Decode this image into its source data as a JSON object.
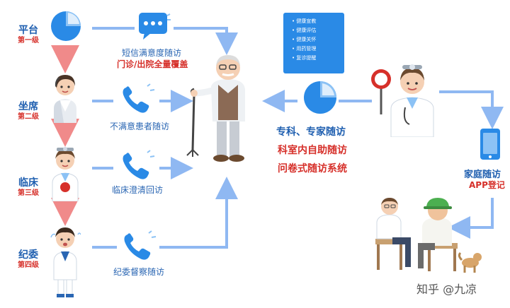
{
  "levels": [
    {
      "title": "平台",
      "sub": "第一级"
    },
    {
      "title": "坐席",
      "sub": "第二级"
    },
    {
      "title": "临床",
      "sub": "第三级"
    },
    {
      "title": "纪委",
      "sub": "第四级"
    }
  ],
  "channels": {
    "sms_label": "短信满意度随访",
    "coverage_label": "门诊/出院全量覆盖",
    "unsatisfied_label": "不满意患者随访",
    "clinical_label": "临床澄清回访",
    "discipline_label": "纪委督察随访"
  },
  "board_items": [
    "健康宣教",
    "健康评估",
    "健康关怀",
    "用药管理",
    "复诊提醒"
  ],
  "center": {
    "specialist": "专科、专家随访",
    "self_service": "科室内自助随访",
    "questionnaire": "问卷式随访系统"
  },
  "family": {
    "title": "家庭随访",
    "app": "APP登记"
  },
  "watermark": "知乎 @九凉",
  "colors": {
    "arrow": "#8fb8f2",
    "level_arrow": "#f08a8a",
    "blue": "#2a8ae6",
    "red": "#d6302a"
  }
}
